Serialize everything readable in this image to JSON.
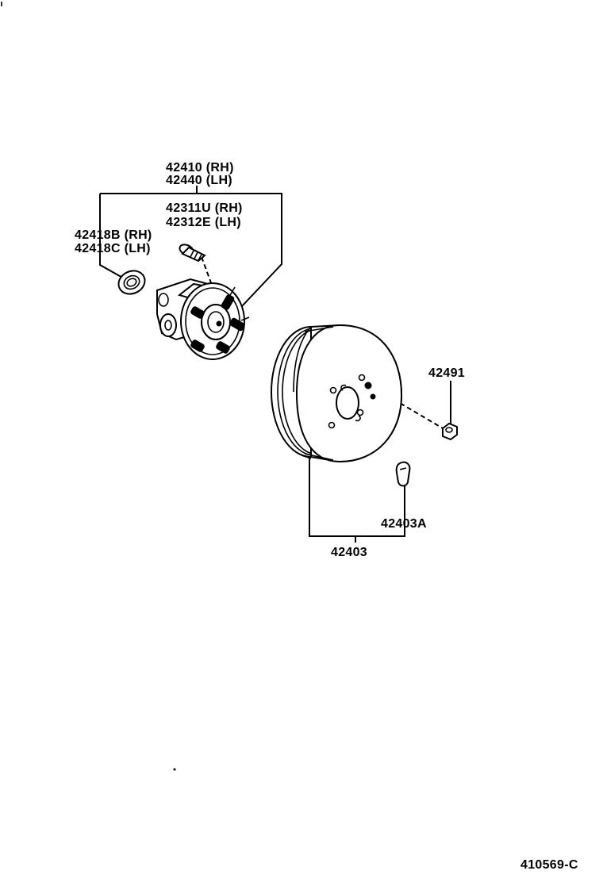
{
  "labels": {
    "hub_rh": "42410 (RH)",
    "hub_lh": "42440 (LH)",
    "bolt_rh": "42311U (RH)",
    "bolt_lh": "42312E (LH)",
    "seal_rh": "42418B (RH)",
    "seal_lh": "42418C (LH)",
    "nut": "42491",
    "plug": "42403A",
    "drum": "42403",
    "figure_code": "410569-C"
  },
  "icons": {
    "hub": "hub-bearing-assembly-icon",
    "bolt": "hub-bolt-icon",
    "seal": "oil-seal-icon",
    "drum": "brake-drum-icon",
    "nut": "hub-nut-icon",
    "plug": "hole-plug-icon"
  }
}
